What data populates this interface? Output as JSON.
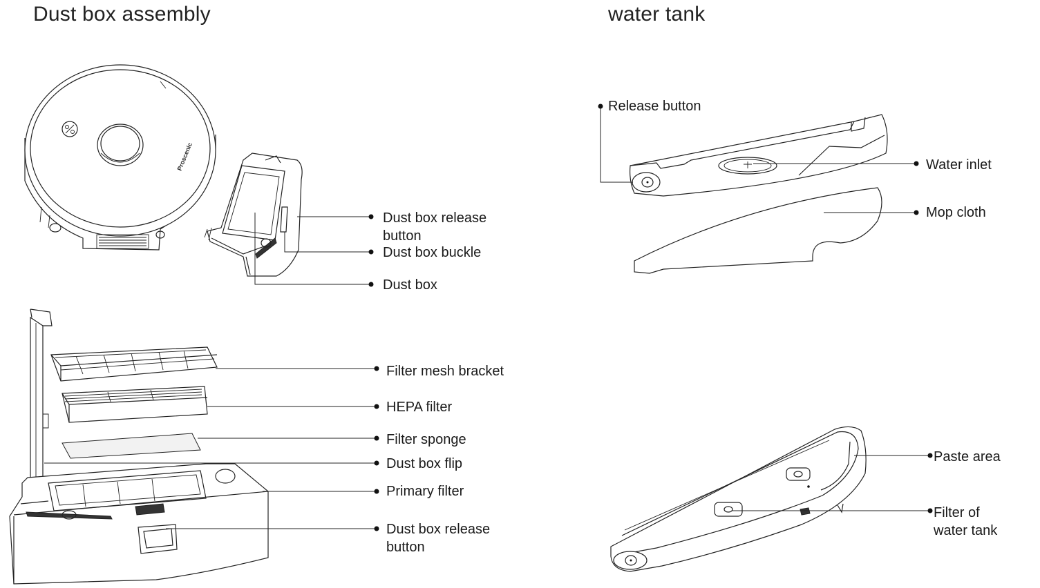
{
  "headings": {
    "dust_box_assembly": "Dust box assembly",
    "water_tank": "water tank"
  },
  "robot_logo": "Proscenic",
  "labels": {
    "dust_box_release_button_top_1": "Dust box release",
    "dust_box_release_button_top_2": "button",
    "dust_box_buckle": "Dust box buckle",
    "dust_box": "Dust box",
    "filter_mesh_bracket": "Filter mesh bracket",
    "hepa_filter": "HEPA filter",
    "filter_sponge": "Filter sponge",
    "dust_box_flip": "Dust box flip",
    "primary_filter": "Primary filter",
    "dust_box_release_button_bottom_1": "Dust box release",
    "dust_box_release_button_bottom_2": "button",
    "release_button": "Release button",
    "water_inlet": "Water inlet",
    "mop_cloth": "Mop cloth",
    "paste_area": "Paste area",
    "filter_of_water_tank_1": "Filter of",
    "filter_of_water_tank_2": "water tank"
  }
}
